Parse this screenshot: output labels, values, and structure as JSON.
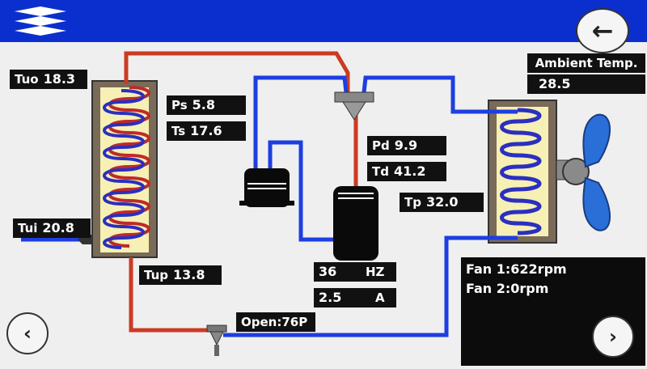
{
  "ambient": {
    "title": "Ambient Temp.",
    "value": "28.5"
  },
  "sensors": {
    "tuo": {
      "label": "Tuo",
      "value": "18.3"
    },
    "tui": {
      "label": "Tui",
      "value": "20.8"
    },
    "tup": {
      "label": "Tup",
      "value": "13.8"
    },
    "ps": {
      "label": "Ps",
      "value": "5.8"
    },
    "ts": {
      "label": "Ts",
      "value": "17.6"
    },
    "pd": {
      "label": "Pd",
      "value": "9.9"
    },
    "td": {
      "label": "Td",
      "value": "41.2"
    },
    "tp": {
      "label": "Tp",
      "value": "32.0"
    }
  },
  "compressor": {
    "frequency": {
      "value": "36",
      "unit": "HZ"
    },
    "current": {
      "value": "2.5",
      "unit": "A"
    }
  },
  "expansion_valve": {
    "text": "Open:76P"
  },
  "fans": {
    "fan1": "Fan 1:622rpm",
    "fan2": "Fan 2:0rpm"
  },
  "icons": {
    "back": "back-arrow-icon",
    "prev": "chevron-left-icon",
    "next": "chevron-right-icon",
    "brand": "brand-logo"
  },
  "colors": {
    "header": "#0b2fcf",
    "hot_pipe": "#cc3a22",
    "cold_pipe": "#1d3ee0",
    "coil": "#2b2fc0",
    "fan": "#2a6fd8"
  }
}
